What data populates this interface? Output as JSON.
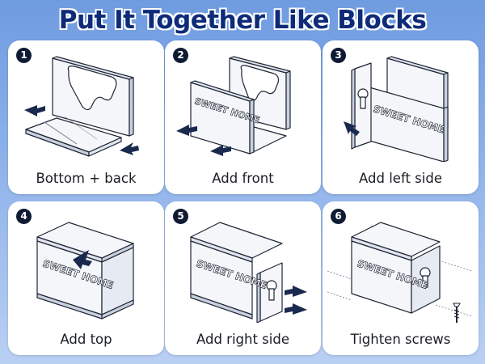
{
  "header": {
    "title": "Put It Together Like Blocks"
  },
  "steps": [
    {
      "number": "1",
      "label": "Bottom + back"
    },
    {
      "number": "2",
      "label": "Add front"
    },
    {
      "number": "3",
      "label": "Add left side"
    },
    {
      "number": "4",
      "label": "Add top"
    },
    {
      "number": "5",
      "label": "Add right side"
    },
    {
      "number": "6",
      "label": "Tighten screws"
    }
  ],
  "panel_text": {
    "front_panel": "SWEET HOME"
  },
  "colors": {
    "accent": "#0d2b78",
    "badge": "#0f1a33",
    "arrow": "#1a2a4f"
  }
}
